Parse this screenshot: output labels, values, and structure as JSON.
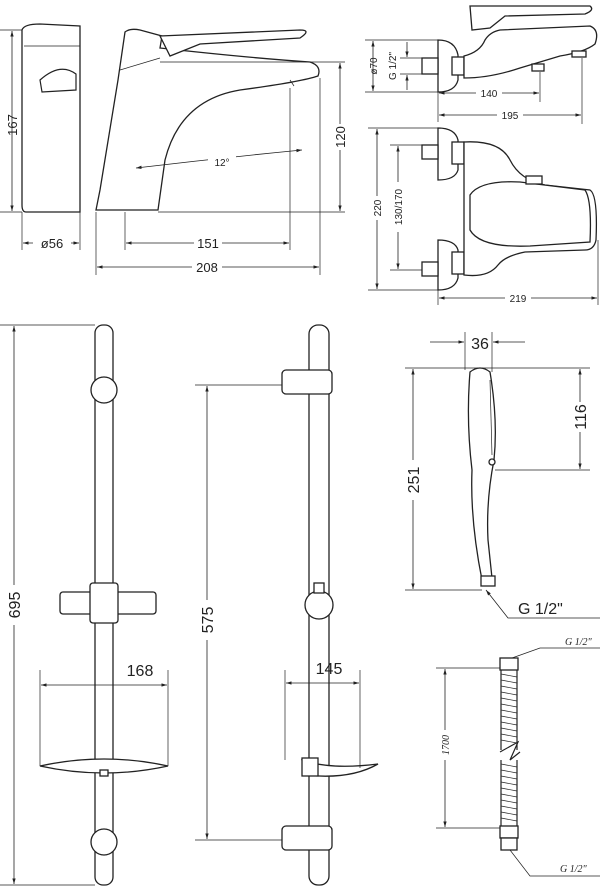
{
  "basin_mixer": {
    "height": "167",
    "diameter": "ø56",
    "spout_height": "120",
    "angle": "12°",
    "spout_reach": "151",
    "total_length": "208"
  },
  "bath_mixer": {
    "plate_diameter": "ø70",
    "thread": "G 1/2\"",
    "outlet_reach": "140",
    "total_depth": "195",
    "height": "220",
    "centers": "130/170",
    "width": "219"
  },
  "rail_set_a": {
    "rail_length": "695",
    "soap_dish_width": "168"
  },
  "rail_set_b": {
    "bracket_spacing": "575",
    "soap_dish_width": "145"
  },
  "hand_shower": {
    "head_width": "36",
    "head_length": "116",
    "total_length": "251",
    "thread": "G 1/2\""
  },
  "hose": {
    "length": "1700",
    "top_thread": "G 1/2\"",
    "bottom_thread": "G 1/2\""
  }
}
